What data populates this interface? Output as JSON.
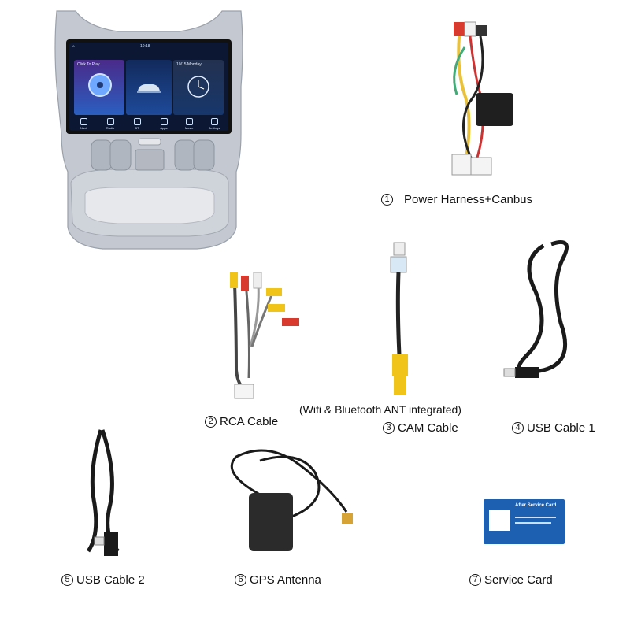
{
  "screen": {
    "time": "10:18",
    "player_title": "Click To Play",
    "date": "10/15 Monday",
    "dock": [
      "Navi",
      "Radio",
      "BT",
      "Apps",
      "Music",
      "Settings"
    ]
  },
  "items": [
    {
      "num": "1",
      "label": "Power Harness+Canbus"
    },
    {
      "num": "2",
      "label": "RCA Cable"
    },
    {
      "num": "3",
      "label": "CAM Cable"
    },
    {
      "num": "4",
      "label": "USB Cable 1"
    },
    {
      "num": "5",
      "label": "USB Cable 2"
    },
    {
      "num": "6",
      "label": "GPS Antenna"
    },
    {
      "num": "7",
      "label": "Service Card"
    }
  ],
  "note": "(Wifi & Bluetooth ANT integrated)",
  "service_card_title": "After Service Card",
  "colors": {
    "frame": "#c4c9d1",
    "screen": "#0b1733",
    "card_blue": "#1d5fb0",
    "rca_yellow": "#f0c419",
    "rca_red": "#d83a2e"
  }
}
